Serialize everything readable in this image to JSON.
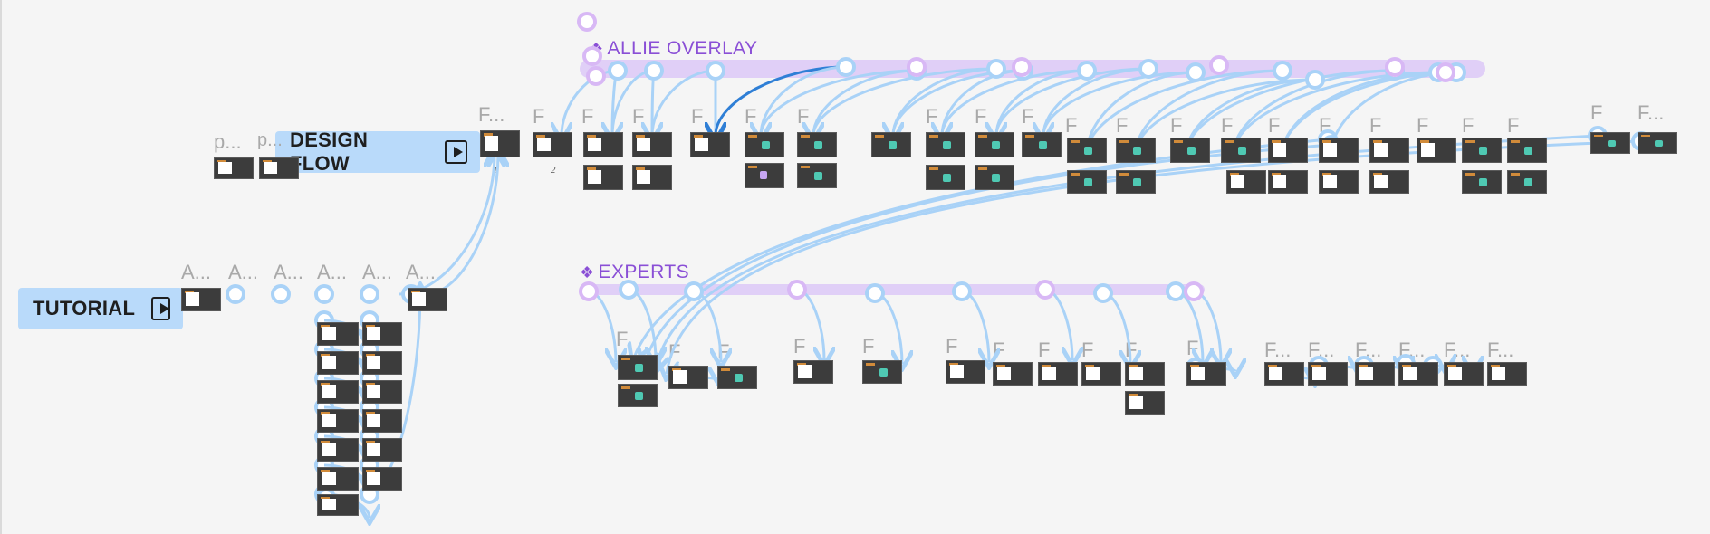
{
  "sections": {
    "allie_overlay": "ALLIE OVERLAY",
    "experts": "EXPERTS",
    "diamond": "❖"
  },
  "flows": {
    "design_flow": "DESIGN FLOW",
    "tutorial": "TUTORIAL"
  },
  "labels": {
    "frame_f": "F",
    "frame_f_trunc": "F...",
    "frame_a_trunc": "A...",
    "frame_p_trunc": "p..."
  },
  "page_numbers": [
    "1",
    "2"
  ],
  "colors": {
    "canvas": "#f5f5f5",
    "connector": "#a9d2f7",
    "connector_active": "#2f7fd6",
    "section_accent": "#8a4fd6",
    "section_band": "#dcc8f7",
    "badge": "#b9dafa",
    "frame_dark": "#3c3c3c"
  },
  "icons": {
    "play": "play-icon",
    "section": "component-diamond-icon"
  }
}
